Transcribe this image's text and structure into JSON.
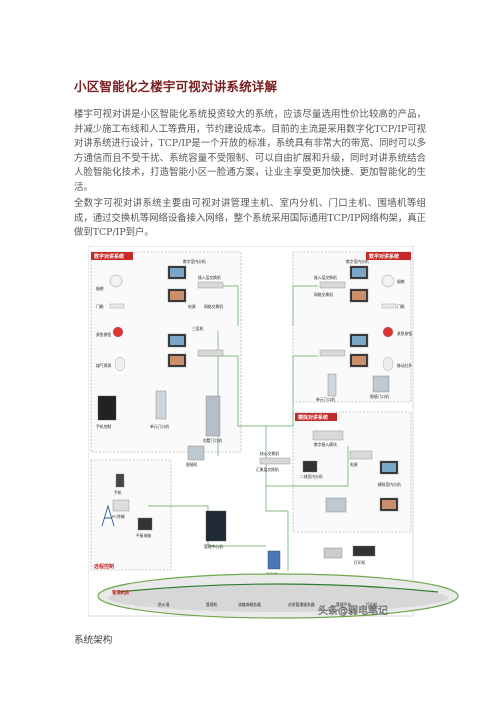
{
  "article": {
    "title": "小区智能化之楼宇可视对讲系统详解",
    "paragraphs": [
      "楼宇可视对讲是小区智能化系统投资较大的系统，应该尽量选用性价比较高的产品，并减少施工布线和人工等费用，节约建设成本。目前的主流是采用数字化TCP/IP可视对讲系统进行设计，TCP/IP是一个开放的标准，系统具有非常大的带宽、同时可以多方通信而且不受干扰、系统容量不受限制、可以自由扩展和升级，同时对讲系统结合人脸智能化技术，打造智能小区一脸通方案，让业主享受更加快捷、更加智能化的生活。",
      "全数字可视对讲系统主要由可视对讲管理主机、室内分机、门口主机、围墙机等组成，通过交换机等网络设备接入网络，整个系统采用国际通用TCP/IP网络构架，真正做到TCP/IP到户。"
    ],
    "caption": "系统架构"
  },
  "diagram": {
    "zone_left_top": "数字对讲系统",
    "zone_right_top": "数字对讲系统",
    "zone_right_mid": "模拟对讲系统",
    "zone_left_bottom": "远程控制",
    "ground_label": "管理机房",
    "watermark": "头条@弱电笔记",
    "left_devices": [
      "烟感",
      "门磁",
      "紧急按钮",
      "煤气探测",
      "手机控制"
    ],
    "right_devices": [
      "烟感",
      "门磁",
      "紧急按钮",
      "移动红外"
    ],
    "left_labels": [
      "数字室内分机",
      "接入层交换机",
      "电源",
      "网络交换机",
      "三层机",
      "单元门口机",
      "别墅门口机",
      "围墙机"
    ],
    "right_labels": [
      "接入层交换机",
      "网络交换机",
      "数字室内分机",
      "单元门口机",
      "围墙门口机"
    ],
    "mid_labels": [
      "数字接入模块",
      "模拟室内分机",
      "二线室内分机",
      "电源"
    ],
    "bottom_labels": [
      "核心交换机",
      "汇聚层交换机",
      "管理中心机",
      "服务器",
      "打印机"
    ],
    "ground_items": [
      "防火墙",
      "管理机",
      "流媒体服务器",
      "对讲管理服务器",
      "管理平台",
      "打印机"
    ],
    "remote_labels": [
      "手机",
      "PC终端",
      "平板电脑"
    ],
    "colors": {
      "header_red": "#c42a2a",
      "header_grey": "#8a8a8a",
      "line_green": "#5aa55a",
      "ground_green": "#6fa84c"
    }
  }
}
